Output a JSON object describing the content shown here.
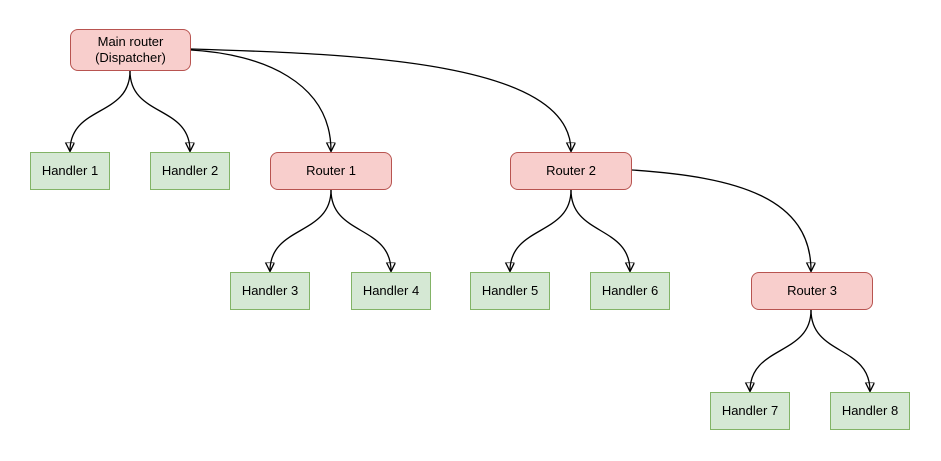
{
  "diagram": {
    "type": "tree",
    "colors": {
      "background": "#ffffff",
      "router_fill": "#f8cecc",
      "router_border": "#b85450",
      "handler_fill": "#d5e8d4",
      "handler_border": "#82b366",
      "edge": "#000000"
    },
    "nodes": {
      "main_router": {
        "label": "Main router\n(Dispatcher)",
        "type": "router"
      },
      "router1": {
        "label": "Router 1",
        "type": "router"
      },
      "router2": {
        "label": "Router 2",
        "type": "router"
      },
      "router3": {
        "label": "Router 3",
        "type": "router"
      },
      "handler1": {
        "label": "Handler 1",
        "type": "handler"
      },
      "handler2": {
        "label": "Handler 2",
        "type": "handler"
      },
      "handler3": {
        "label": "Handler 3",
        "type": "handler"
      },
      "handler4": {
        "label": "Handler 4",
        "type": "handler"
      },
      "handler5": {
        "label": "Handler 5",
        "type": "handler"
      },
      "handler6": {
        "label": "Handler 6",
        "type": "handler"
      },
      "handler7": {
        "label": "Handler 7",
        "type": "handler"
      },
      "handler8": {
        "label": "Handler 8",
        "type": "handler"
      }
    },
    "edges": [
      {
        "from": "main_router",
        "to": "handler1"
      },
      {
        "from": "main_router",
        "to": "handler2"
      },
      {
        "from": "main_router",
        "to": "router1"
      },
      {
        "from": "main_router",
        "to": "router2"
      },
      {
        "from": "router1",
        "to": "handler3"
      },
      {
        "from": "router1",
        "to": "handler4"
      },
      {
        "from": "router2",
        "to": "handler5"
      },
      {
        "from": "router2",
        "to": "handler6"
      },
      {
        "from": "router2",
        "to": "router3"
      },
      {
        "from": "router3",
        "to": "handler7"
      },
      {
        "from": "router3",
        "to": "handler8"
      }
    ]
  }
}
